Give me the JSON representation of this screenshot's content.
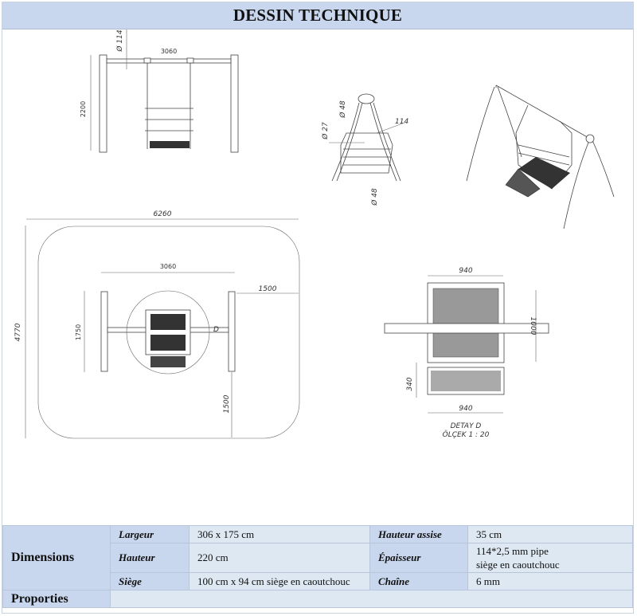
{
  "header": {
    "title": "DESSIN TECHNIQUE"
  },
  "drawing": {
    "front_view": {
      "width_label": "3060",
      "height_label": "2200",
      "pipe_label": "Ø 114"
    },
    "side_view": {
      "labels": [
        "Ø 48",
        "Ø 27",
        "114",
        "Ø 48"
      ]
    },
    "plan_view": {
      "total_width": "6260",
      "total_depth": "4770",
      "frame_width": "3060",
      "frame_depth": "1750",
      "clearance_side": "1500",
      "clearance_front": "1500",
      "detail_marker": "D"
    },
    "detail_view": {
      "top_width": "940",
      "bottom_width": "940",
      "seat_depth": "1000",
      "step_depth": "340",
      "caption_line1": "DETAY D",
      "caption_line2": "ÖLÇEK 1 : 20"
    }
  },
  "specs": {
    "dimensions_label": "Dimensions",
    "properties_label": "Proporties",
    "rows": [
      {
        "key": "Largeur",
        "value": "306 x 175 cm",
        "key2": "Hauteur assise",
        "value2": "35 cm"
      },
      {
        "key": "Hauteur",
        "value": "220 cm",
        "key2": "Épaisseur",
        "value2_line1": "114*2,5 mm pipe",
        "value2_line2": "siège en caoutchouc"
      },
      {
        "key": "Siège",
        "value": "100 cm x 94 cm siège en caoutchouc",
        "key2": "Chaîne",
        "value2": "6 mm"
      }
    ]
  }
}
